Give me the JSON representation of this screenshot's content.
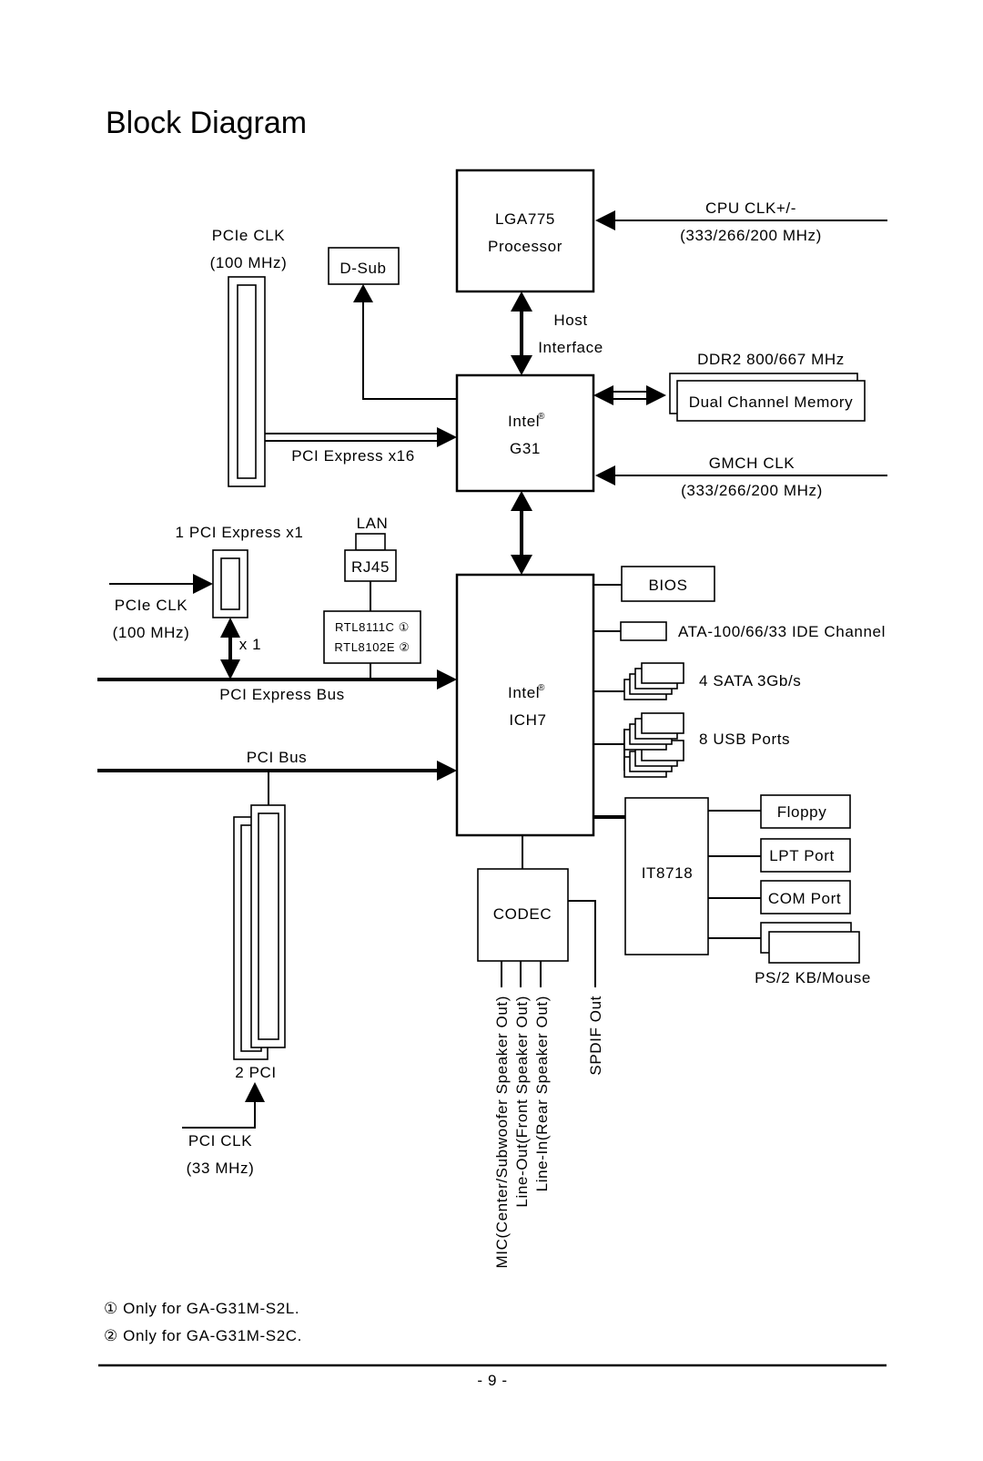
{
  "page_title": "Block Diagram",
  "cpu": {
    "line1": "LGA775",
    "line2": "Processor"
  },
  "cpu_clk": {
    "label": "CPU CLK+/-",
    "freq": "(333/266/200 MHz)"
  },
  "host_interface": {
    "line1": "Host",
    "line2": "Interface"
  },
  "pcie_clk_top": {
    "label": "PCIe CLK",
    "freq": "(100 MHz)"
  },
  "dsub": "D-Sub",
  "pcie_x16": "PCI Express x16",
  "g31": {
    "brand": "Intel",
    "reg": "®",
    "model": "G31"
  },
  "memory": {
    "spec": "DDR2 800/667 MHz",
    "label": "Dual Channel Memory"
  },
  "gmch_clk": {
    "label": "GMCH CLK",
    "freq": "(333/266/200 MHz)"
  },
  "pcie_x1": {
    "label": "1 PCI Express x1",
    "multiplier": "x 1"
  },
  "pcie_clk_mid": {
    "label": "PCIe CLK",
    "freq": "(100 MHz)"
  },
  "lan": {
    "label": "LAN",
    "connector": "RJ45",
    "chip1": "RTL8111C ①",
    "chip2": "RTL8102E ②"
  },
  "pcie_bus": "PCI Express Bus",
  "pci_bus": "PCI Bus",
  "ich7": {
    "brand": "Intel",
    "reg": "®",
    "model": "ICH7"
  },
  "bios": "BIOS",
  "ide": "ATA-100/66/33 IDE Channel",
  "sata": "4 SATA 3Gb/s",
  "usb": "8 USB Ports",
  "it8718": "IT8718",
  "floppy": "Floppy",
  "lpt": "LPT Port",
  "com": "COM Port",
  "ps2": "PS/2 KB/Mouse",
  "codec": "CODEC",
  "audio": {
    "mic": "MIC(Center/Subwoofer Speaker Out)",
    "line_out": "Line-Out(Front Speaker Out)",
    "line_in": "Line-In(Rear Speaker Out)",
    "spdif": "SPDIF Out"
  },
  "pci_slots": "2 PCI",
  "pci_clk": {
    "label": "PCI CLK",
    "freq": "(33 MHz)"
  },
  "footnotes": [
    "①  Only for GA-G31M-S2L.",
    "②  Only for GA-G31M-S2C."
  ],
  "page_number": "- 9 -"
}
